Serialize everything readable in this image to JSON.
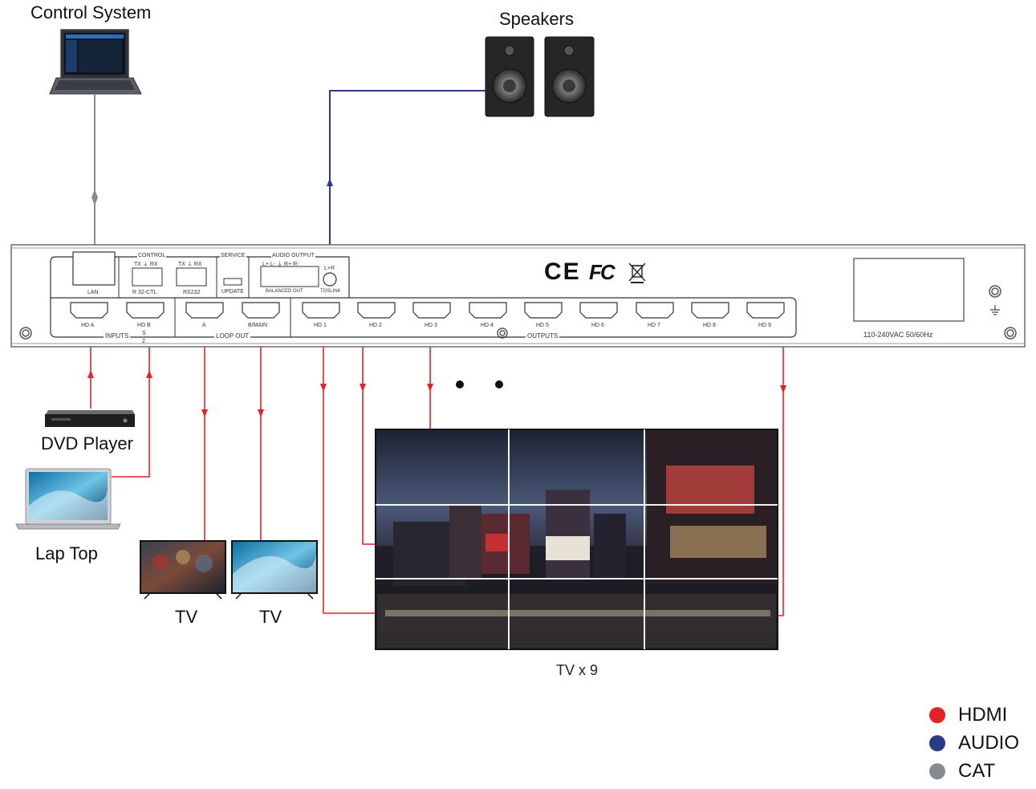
{
  "devices": {
    "control_system": "Control System",
    "speakers": "Speakers",
    "dvd_player": "DVD Player",
    "laptop": "Lap Top",
    "tv_a": "TV",
    "tv_b": "TV",
    "video_wall": "TV x 9"
  },
  "panel": {
    "group_control": "CONTROL",
    "group_service": "SERVICE",
    "group_audio_output": "AUDIO OUTPUT",
    "group_inputs": "INPUTS",
    "group_loop_out": "LOOP OUT",
    "group_outputs": "OUTPUTS",
    "control_pins": "TX  ⏚  RX",
    "rs232_pins": "TX  ⏚  RX",
    "audio_pins": "L+  L-   ⏚  R+  R-",
    "lr_label": "L+R",
    "lan": "LAN",
    "ir_ctl": "R    32-CTL",
    "rs232": "RS232",
    "update": "UPDATE",
    "balanced_out": "BALANCED OUT",
    "toslink": "TOSLINK",
    "in_hd_a": "HD A",
    "in_hd_b": "HD B",
    "sw_s": "S",
    "sw_2": "2",
    "loop_a": "A",
    "loop_b": "B/MAIN",
    "outputs": [
      "HD 1",
      "HD 2",
      "HD 3",
      "HD 4",
      "HD 5",
      "HD 6",
      "HD 7",
      "HD 8",
      "HD 9"
    ],
    "power": "110-240VAC  50/60Hz",
    "cert_ce": "CE",
    "cert_fc": "FC"
  },
  "legend": [
    {
      "label": "HDMI",
      "color": "#e32227"
    },
    {
      "label": "AUDIO",
      "color": "#2b3a87"
    },
    {
      "label": "CAT",
      "color": "#858b8e"
    }
  ],
  "colors": {
    "hdmi": "#e32227",
    "audio": "#2b3a87",
    "cat": "#8a8a8a"
  }
}
